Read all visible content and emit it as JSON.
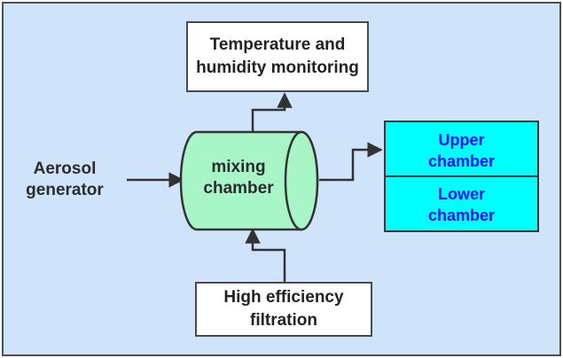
{
  "nodes": {
    "temp_monitor": {
      "label_line1": "Temperature and",
      "label_line2": "humidity monitoring"
    },
    "aerosol": {
      "label_line1": "Aerosol",
      "label_line2": "generator"
    },
    "mixing": {
      "label_line1": "mixing",
      "label_line2": "chamber"
    },
    "filter": {
      "label_line1": "High efficiency",
      "label_line2": "filtration"
    },
    "upper": {
      "label_line1": "Upper",
      "label_line2": "chamber"
    },
    "lower": {
      "label_line1": "Lower",
      "label_line2": "chamber"
    }
  },
  "colors": {
    "background": "#cfe4fa",
    "cylinder_fill": "#a8f5c8",
    "chamber_fill": "#00ffff",
    "chamber_text": "#1414ff",
    "arrow": "#333333"
  }
}
